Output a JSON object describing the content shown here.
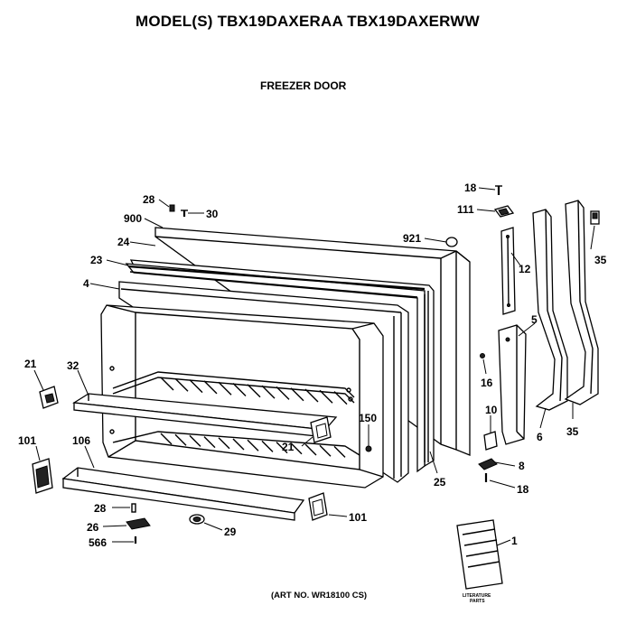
{
  "header": {
    "title": "MODEL(S) TBX19DAXERAA  TBX19DAXERWW",
    "subtitle": "FREEZER DOOR"
  },
  "footer": {
    "art_no": "(ART NO. WR18100 CS)"
  },
  "literature": {
    "line1": "LITERATURE",
    "line2": "PARTS"
  },
  "parts": {
    "p28_top": "28",
    "p30": "30",
    "p900": "900",
    "p24": "24",
    "p23": "23",
    "p4": "4",
    "p921": "921",
    "p18_top": "18",
    "p111": "111",
    "p12": "12",
    "p35_top": "35",
    "p5": "5",
    "p16": "16",
    "p10": "10",
    "p8": "8",
    "p18_bottom": "18",
    "p6": "6",
    "p35_bottom": "35",
    "p25": "25",
    "p150": "150",
    "p21_left": "21",
    "p21_mid": "21",
    "p32": "32",
    "p101_left": "101",
    "p106": "106",
    "p28_bottom": "28",
    "p26": "26",
    "p566": "566",
    "p29": "29",
    "p101_right": "101",
    "p1": "1"
  }
}
